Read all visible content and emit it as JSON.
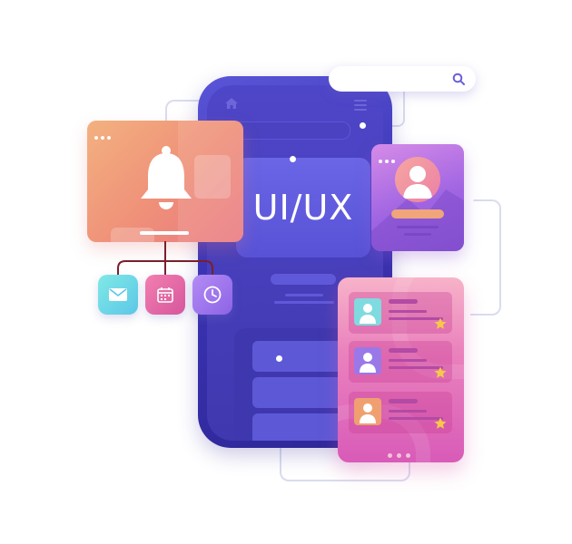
{
  "phone": {
    "hero_text": "UI/UX",
    "icons": {
      "home": "home-icon",
      "menu": "hamburger-menu-icon"
    }
  },
  "search": {
    "icon": "search-icon"
  },
  "notification_card": {
    "icon": "bell-icon"
  },
  "icon_buttons": [
    {
      "name": "mail",
      "icon": "envelope-icon"
    },
    {
      "name": "calendar",
      "icon": "calendar-icon"
    },
    {
      "name": "clock",
      "icon": "clock-icon"
    }
  ],
  "profile_card": {
    "icon": "user-avatar-icon"
  },
  "contacts_card": {
    "rows": [
      {
        "avatar_color": "#7fdbe0",
        "icon": "user-icon",
        "rating_icon": "star-icon"
      },
      {
        "avatar_color": "#9a78e8",
        "icon": "user-icon",
        "rating_icon": "star-icon"
      },
      {
        "avatar_color": "#f0a070",
        "icon": "user-icon",
        "rating_icon": "star-icon"
      }
    ]
  },
  "colors": {
    "phone": "#3b34b4",
    "hero": "#5f5ae0",
    "notification": "#ef8f79",
    "profile": "#a065e2",
    "contacts": "#e27cbd",
    "connector": "#d9dcef"
  }
}
